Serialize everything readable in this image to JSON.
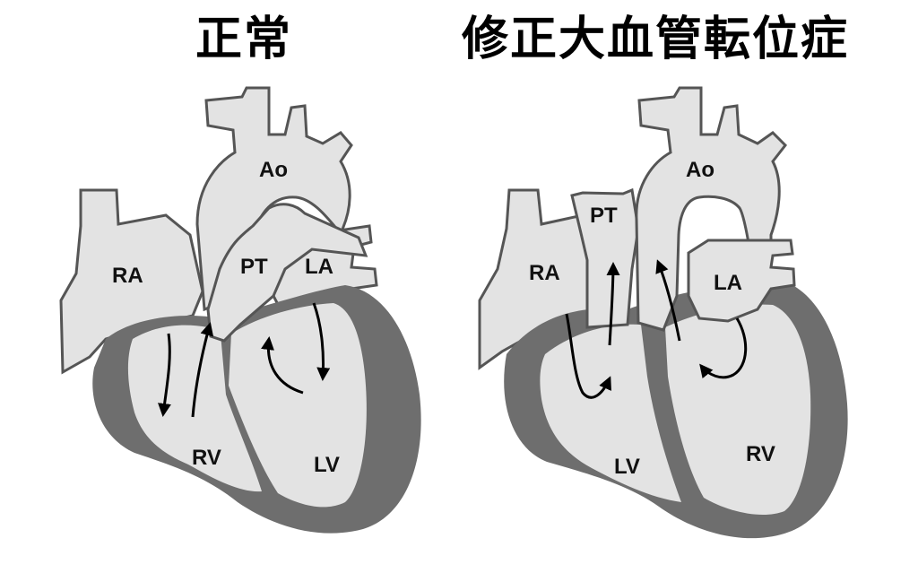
{
  "titles": {
    "normal": "正常",
    "cctga": "修正大血管転位症"
  },
  "normal_heart": {
    "labels": {
      "ra": "RA",
      "ao": "Ao",
      "pt": "PT",
      "la": "LA",
      "rv": "RV",
      "lv": "LV"
    }
  },
  "cctga_heart": {
    "labels": {
      "ra": "RA",
      "pt": "PT",
      "ao": "Ao",
      "la": "LA",
      "lv": "LV",
      "rv": "RV"
    }
  },
  "colors": {
    "wall": "#6e6e6e",
    "cavity": "#e3e3e3",
    "outline": "#555555",
    "arrow": "#000000"
  }
}
